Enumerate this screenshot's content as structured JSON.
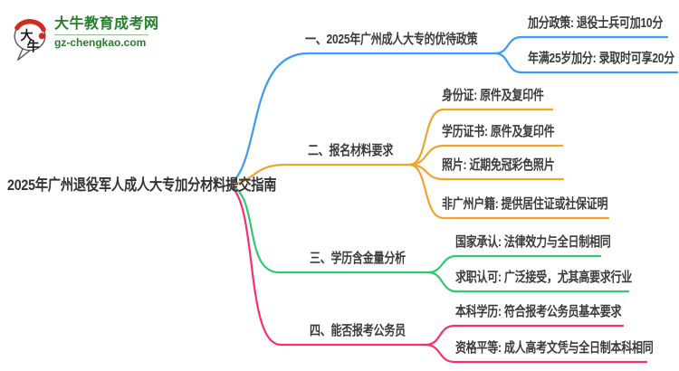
{
  "logo": {
    "icon_chars": [
      "大",
      "牛"
    ],
    "site_name": "大牛教育成考网",
    "site_url": "gz-chengkao.com",
    "colors": {
      "brand_green": "#26802b",
      "seal_red": "#d5281e"
    }
  },
  "central": {
    "title": "2025年广州退役军人成人大专加分材料提交指南"
  },
  "branches": [
    {
      "label": "一、2025年广州成人大专的优待政策",
      "color": "#3d9af5",
      "leaves": [
        "加分政策: 退役士兵可加10分",
        "年满25岁加分: 录取时可享20分"
      ]
    },
    {
      "label": "二、报名材料要求",
      "color": "#f0a32f",
      "leaves": [
        "身份证: 原件及复印件",
        "学历证书: 原件及复印件",
        "照片: 近期免冠彩色照片",
        "非广州户籍: 提供居住证或社保证明"
      ]
    },
    {
      "label": "三、学历含金量分析",
      "color": "#2fca70",
      "leaves": [
        "国家承认: 法律效力与全日制相同",
        "求职认可: 广泛接受，尤其高要求行业"
      ]
    },
    {
      "label": "四、能否报考公务员",
      "color": "#f8306e",
      "leaves": [
        "本科学历: 符合报考公务员基本要求",
        "资格平等: 成人高考文凭与全日制本科相同"
      ]
    }
  ]
}
